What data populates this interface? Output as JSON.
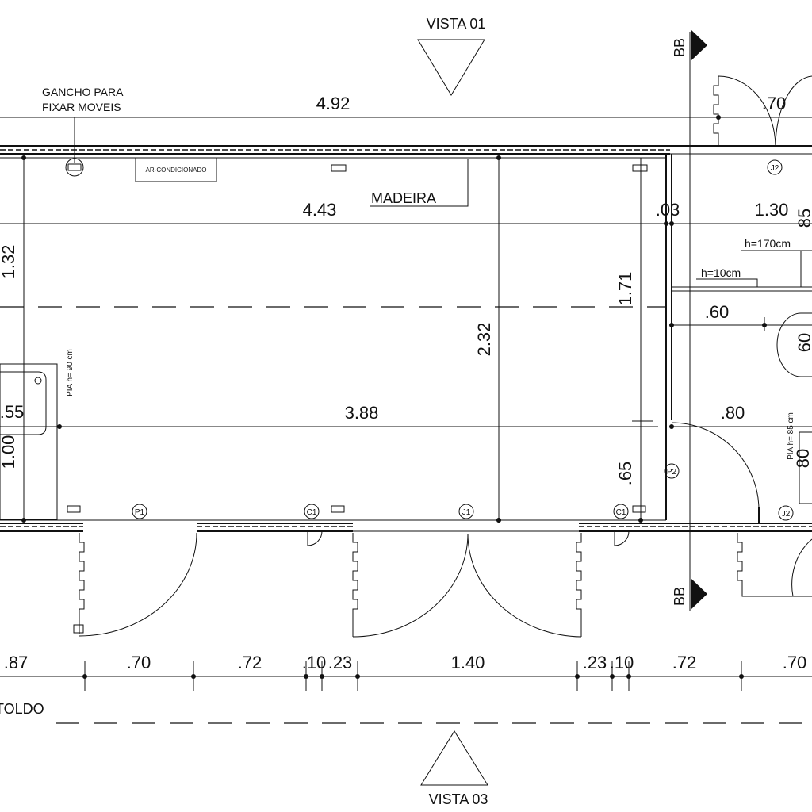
{
  "views": {
    "top": "VISTA 01",
    "bottom": "VISTA 03"
  },
  "section": {
    "label": "BB"
  },
  "labels": {
    "hook_line1": "GANCHO PARA",
    "hook_line2": "FIXAR MOVEIS",
    "air_conditioner": "AR-CONDICIONADO",
    "wood": "MADEIRA",
    "sink_left": "PIA h= 90 cm",
    "sink_right": "PIA h= 85 cm",
    "h170": "h=170cm",
    "h10": "h=10cm",
    "awning": "TOLDO"
  },
  "tags": {
    "p1": "P1",
    "p2": "P2",
    "c1": "C1",
    "j1": "J1",
    "j2": "J2"
  },
  "dims": {
    "top_492": "4.92",
    "top_070": ".70",
    "d_443": "4.43",
    "d_003": ".03",
    "d_130": "1.30",
    "d_85": "85",
    "d_132": "1.32",
    "d_232": "2.32",
    "d_171": "1.71",
    "d_060": ".60",
    "d_60": "60",
    "d_388": "3.88",
    "d_080": ".80",
    "d_055": ".55",
    "d_100": "1.00",
    "d_065": ".65",
    "d_80": "80",
    "bottom": [
      ".87",
      ".70",
      ".72",
      ".10",
      ".23",
      "1.40",
      ".23",
      ".10",
      ".72",
      ".70"
    ]
  }
}
